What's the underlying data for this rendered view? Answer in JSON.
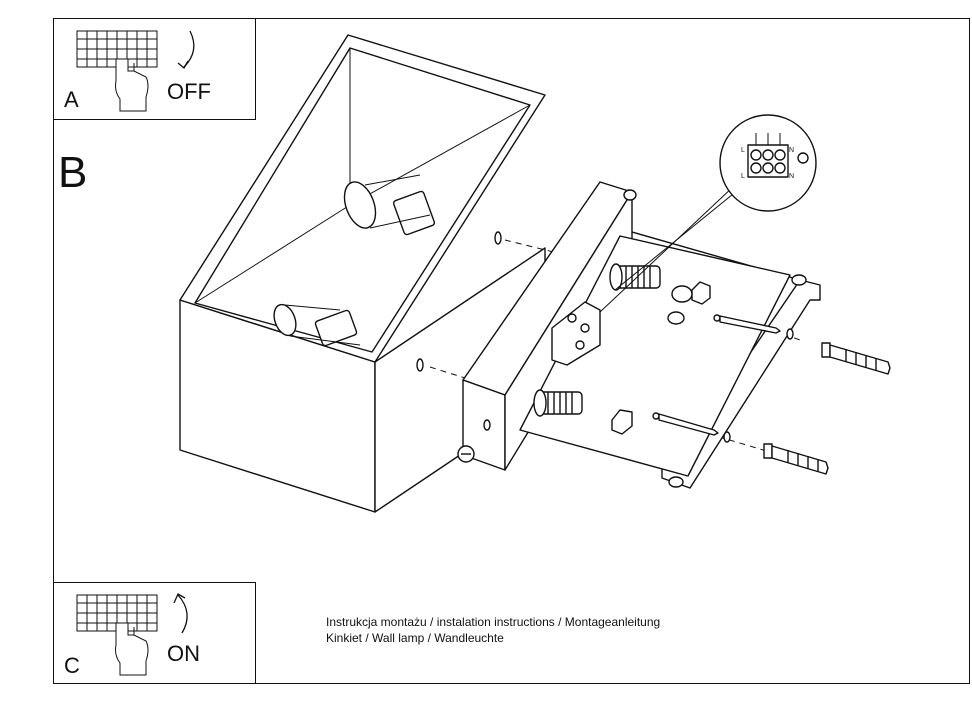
{
  "panels": {
    "a": {
      "letter": "A",
      "switch_label": "OFF"
    },
    "b": {
      "letter": "B"
    },
    "c": {
      "letter": "C",
      "switch_label": "ON"
    }
  },
  "wiring_inset": {
    "terminal_labels": [
      "L",
      "L",
      "N",
      "N"
    ]
  },
  "caption": {
    "line1": "Instrukcja montażu / instalation instructions / Montageanleitung",
    "line2": "Kinkiet / Wall lamp / Wandleuchte"
  }
}
